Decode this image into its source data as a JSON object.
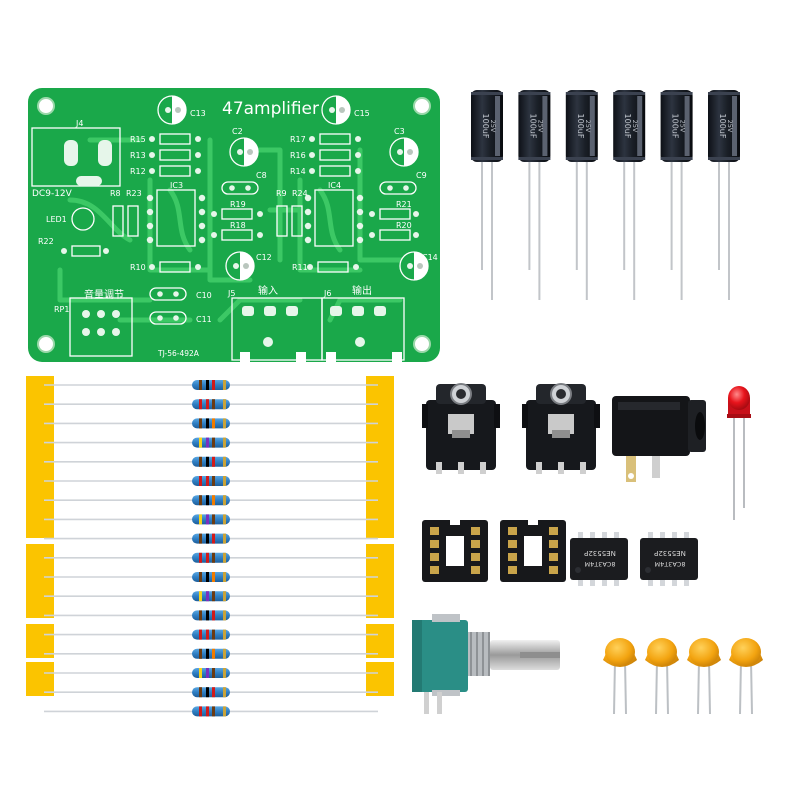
{
  "pcb": {
    "title": "47amplifier",
    "board_id": "TJ-56-492A",
    "power_label": "DC9-12V",
    "volume_label": "音量调节",
    "input_label": "输入",
    "output_label": "输出",
    "refs": {
      "J4": "J4",
      "LED1": "LED1",
      "R22": "R22",
      "RP1": "RP1",
      "C13": "C13",
      "C15": "C15",
      "C2": "C2",
      "C3": "C3",
      "C8": "C8",
      "C9": "C9",
      "C10": "C10",
      "C11": "C11",
      "C12": "C12",
      "C14": "C14",
      "R15": "R15",
      "R13": "R13",
      "R12": "R12",
      "R17": "R17",
      "R16": "R16",
      "R14": "R14",
      "R8": "R8",
      "R23": "R23",
      "IC3": "IC3",
      "R9": "R9",
      "R24": "R24",
      "IC4": "IC4",
      "R19": "R19",
      "R18": "R18",
      "R21": "R21",
      "R20": "R20",
      "R10": "R10",
      "R11": "R11",
      "J5": "J5",
      "J6": "J6"
    }
  },
  "electrolytic_caps": {
    "count": 6,
    "marking_value": "100uF",
    "marking_voltage": "25V"
  },
  "resistor_strip": {
    "count": 18
  },
  "ic_chips": [
    {
      "marking": "NE5532P",
      "code": "8CA3T4M"
    },
    {
      "marking": "NE5532P",
      "code": "8CA3T4M"
    }
  ],
  "ic_sockets": {
    "count": 2
  },
  "audio_jacks": {
    "count": 2
  },
  "ceramic_caps": {
    "count": 4
  },
  "colors": {
    "pcb_green": "#1aa84a",
    "pcb_trace": "#3cc865",
    "tape_yellow": "#fbc400",
    "cap_black": "#1b1f26",
    "led_red": "#e8141c",
    "pot_teal": "#2a8e86",
    "ceramic_orange": "#f3a410"
  }
}
